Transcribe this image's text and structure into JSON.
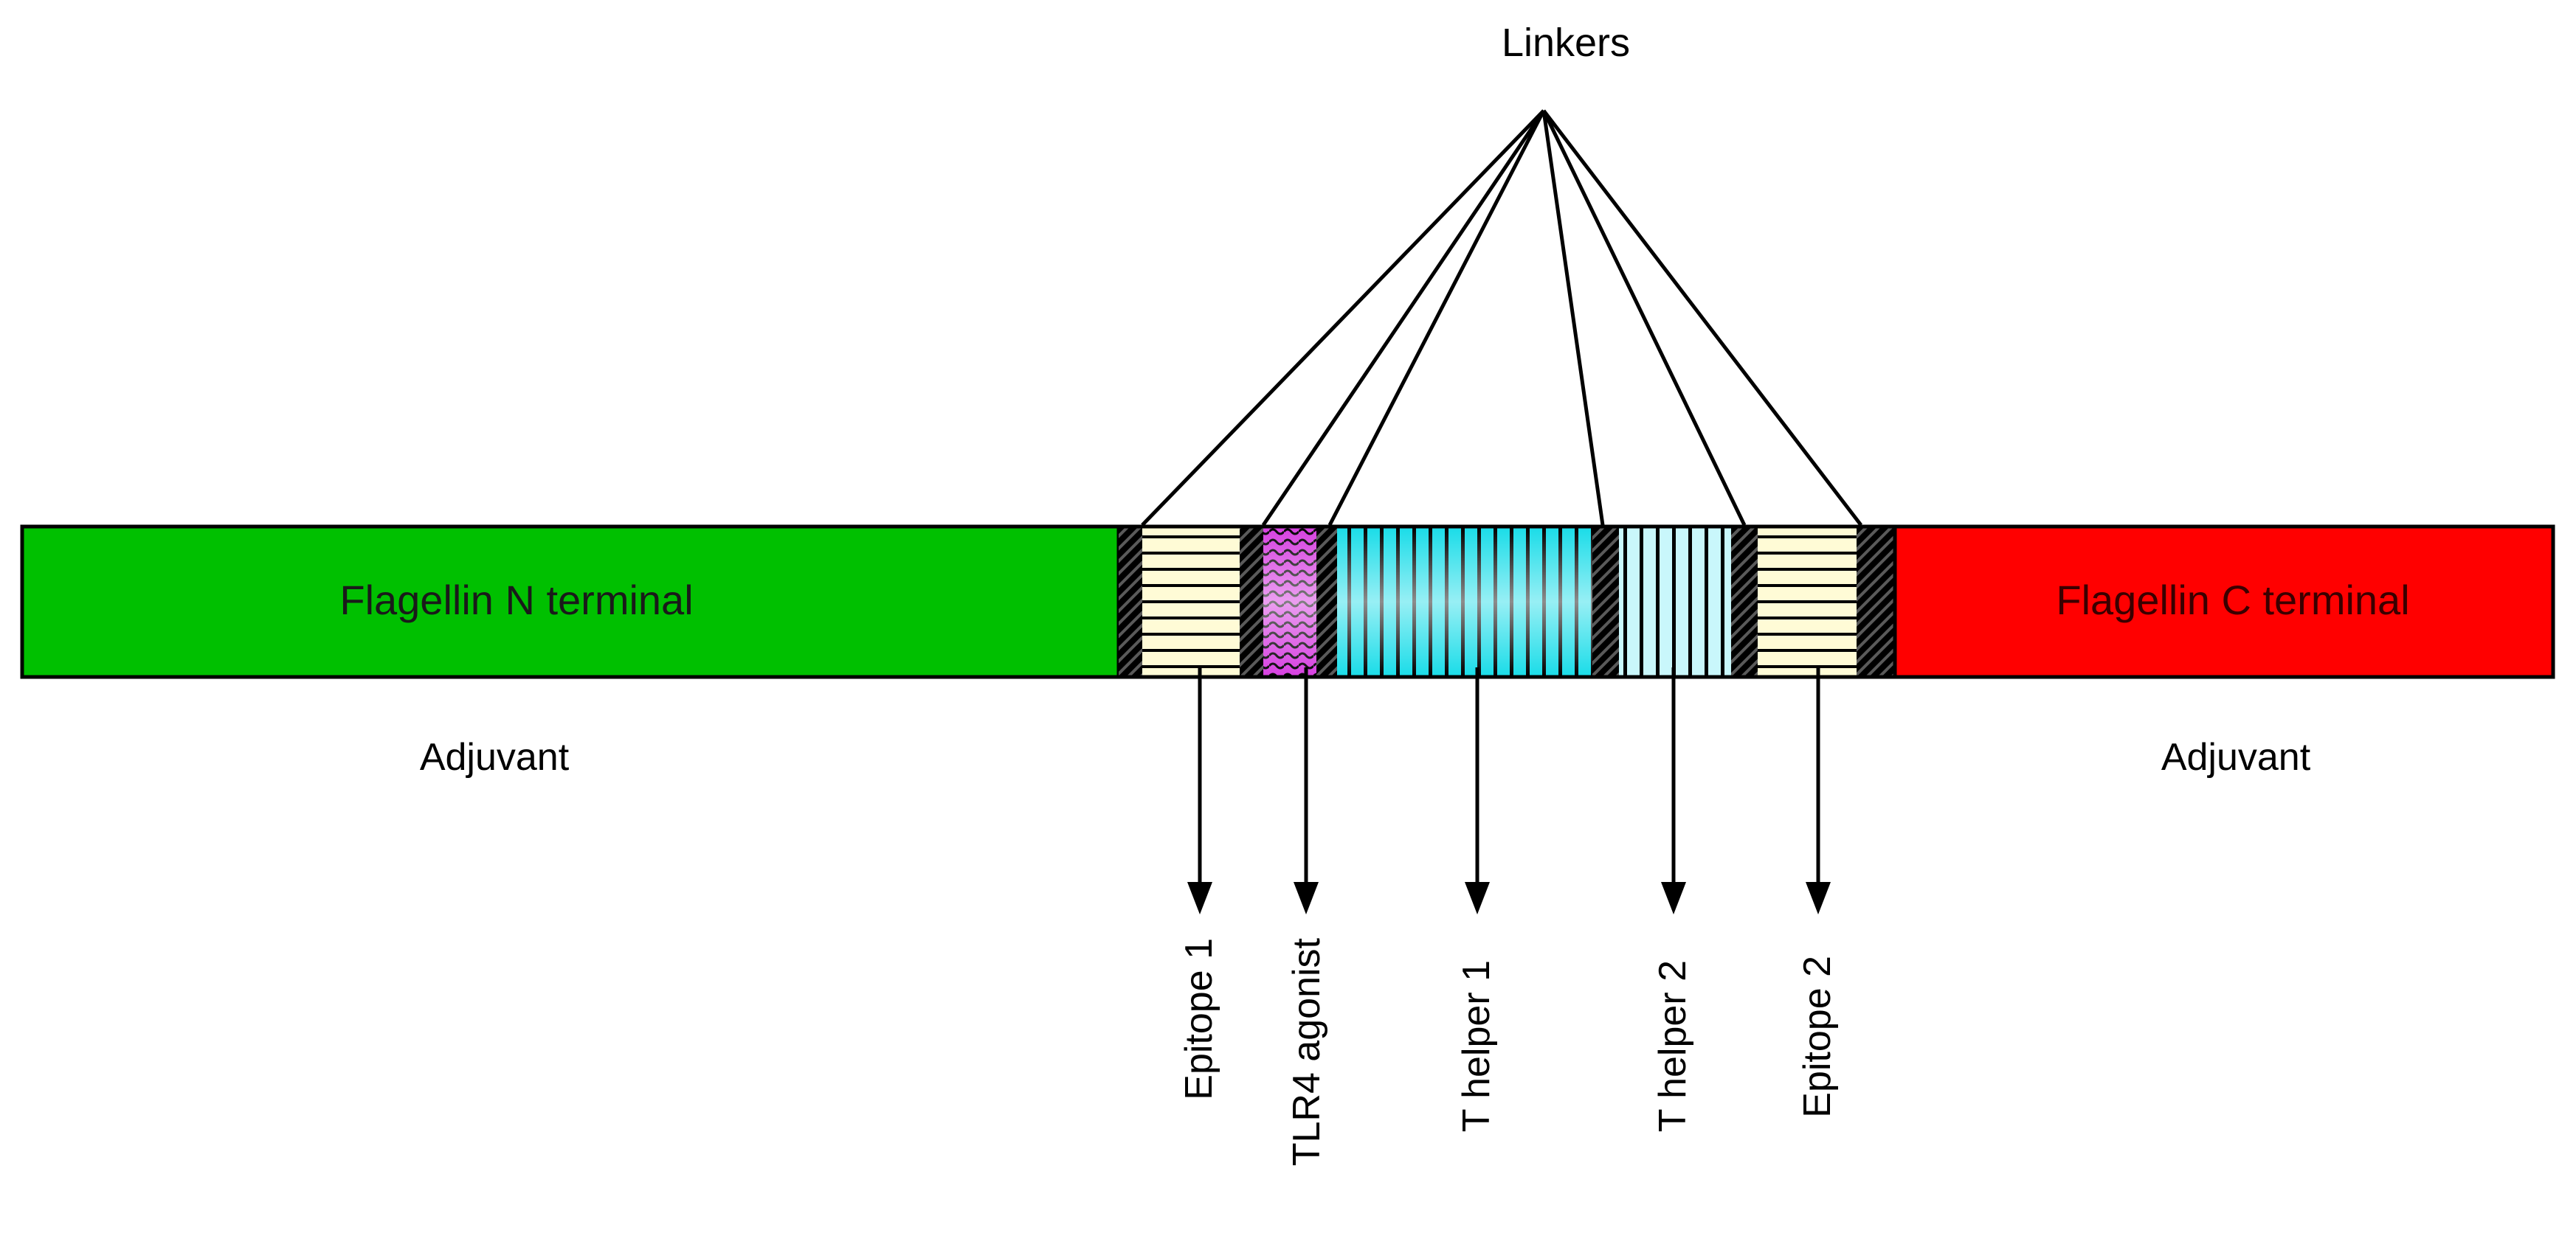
{
  "diagram": {
    "linkers_label": "Linkers",
    "left_adjuvant_label": "Adjuvant",
    "right_adjuvant_label": "Adjuvant",
    "segments": {
      "flagellin_n": {
        "label": "Flagellin N terminal",
        "color": "#00c000"
      },
      "epitope1": {
        "label": "Epitope 1",
        "color": "#fffbd6"
      },
      "tlr4": {
        "label": "TLR4 agonist",
        "color": "#d63fe0"
      },
      "thelper1": {
        "label": "T helper 1",
        "color": "#19dce8"
      },
      "thelper2": {
        "label": "T helper 2",
        "color": "#c9f7fb"
      },
      "epitope2": {
        "label": "Epitope 2",
        "color": "#fffbd6"
      },
      "flagellin_c": {
        "label": "Flagellin C terminal",
        "color": "#ff0000"
      },
      "linker": {
        "color": "#1a1a1a"
      }
    }
  }
}
